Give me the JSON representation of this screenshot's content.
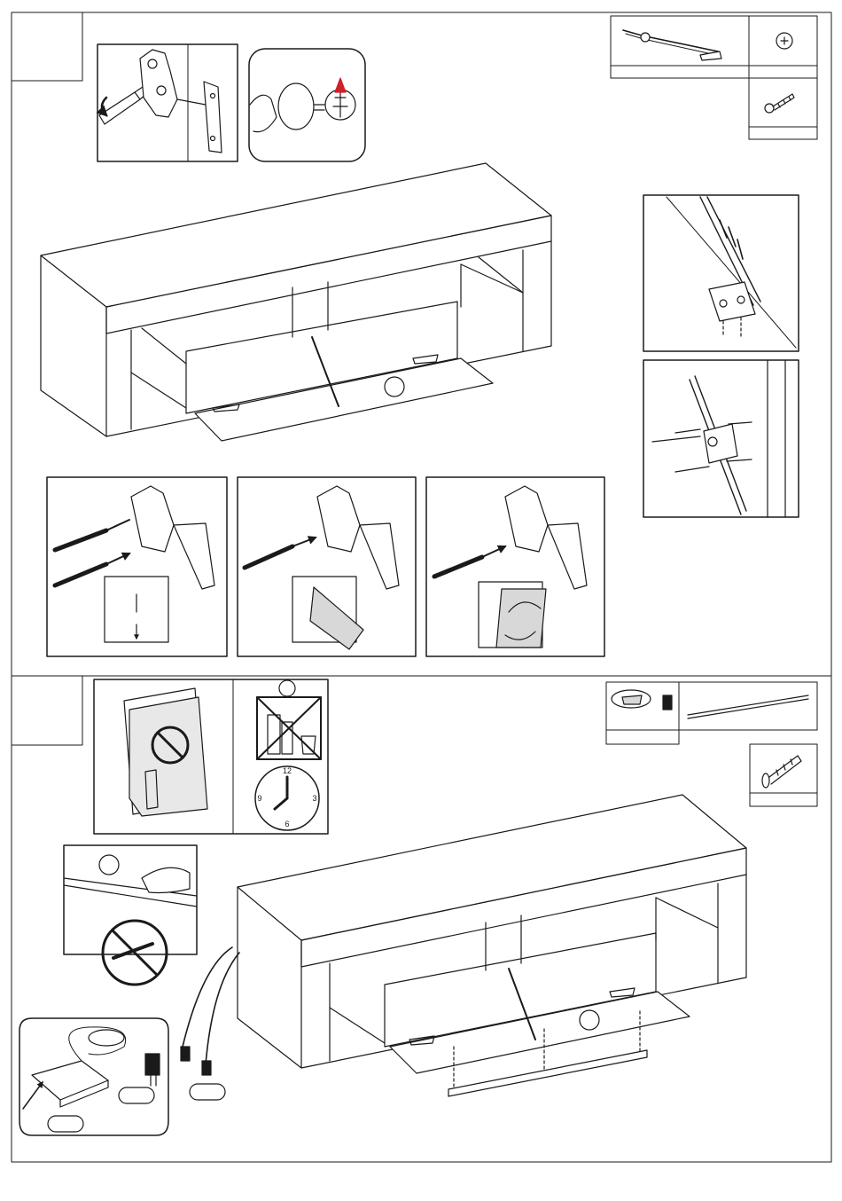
{
  "clock": {
    "n12": "12",
    "n3": "3",
    "n6": "6",
    "n9": "9"
  },
  "colors": {
    "line": "#1a1a1a",
    "accent": "#d0202a",
    "gray": "#777777",
    "light": "#d8d8d8"
  },
  "icons": [
    "screwdriver-icon",
    "hinge-icon",
    "cam-bolt-icon",
    "phillips-screw-icon",
    "gas-strut-icon",
    "no-chemicals-icon",
    "sad-face-icon",
    "clock-icon",
    "no-cutter-icon",
    "led-controller-icon",
    "power-plug-icon",
    "led-strip-icon",
    "long-screw-icon"
  ]
}
